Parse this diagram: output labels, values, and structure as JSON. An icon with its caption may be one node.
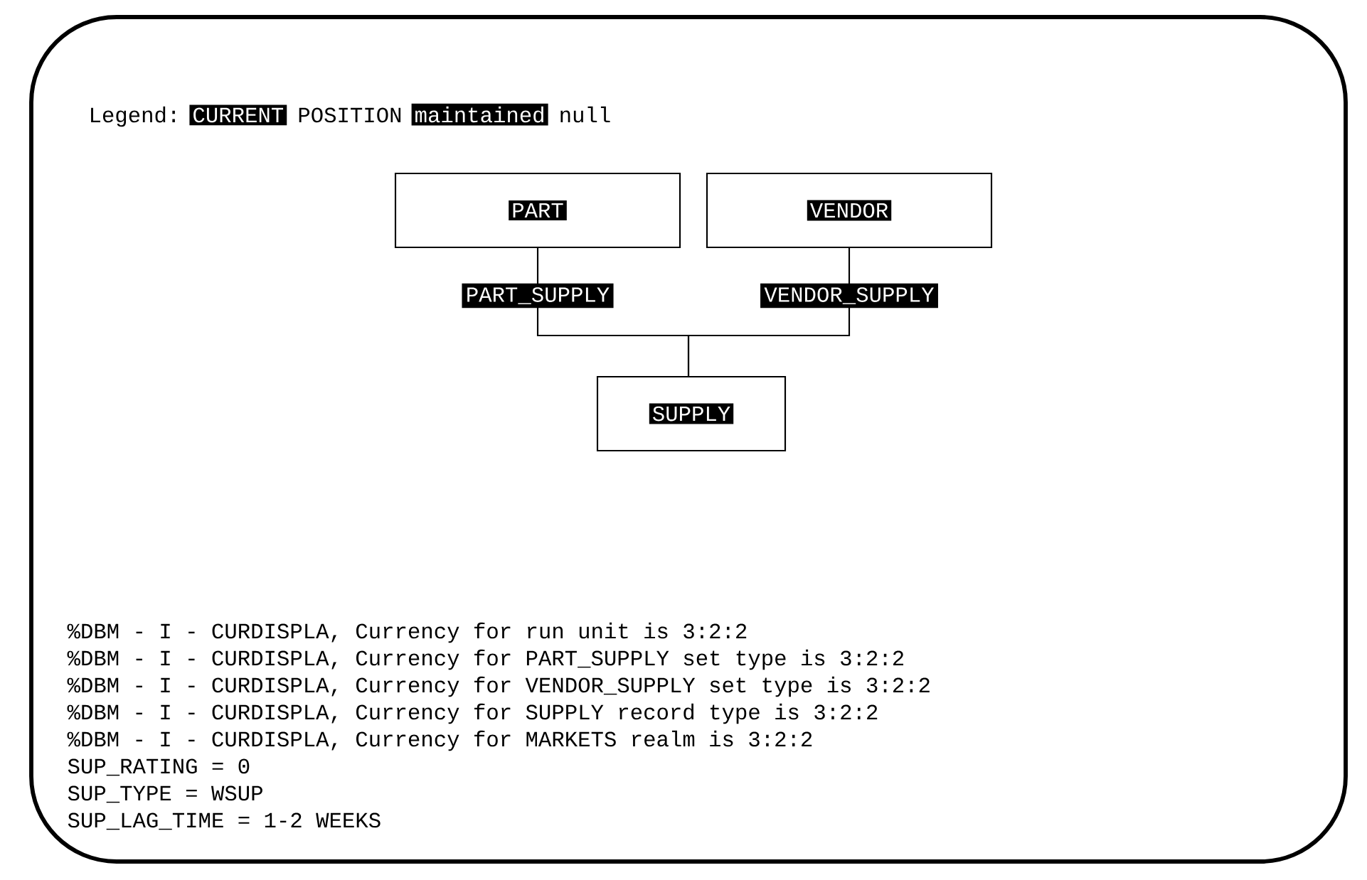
{
  "diagram": {
    "nodes": [
      {
        "text": [
          "PART"
        ]
      },
      {
        "text": [
          "VENDOR"
        ]
      },
      {
        "text": [
          "SUPPLY"
        ]
      }
    ],
    "edges": [
      {
        "from": 0,
        "to": 2,
        "arrow": "none",
        "label": "PART_SUPPLY"
      },
      {
        "from": 1,
        "to": 2,
        "arrow": "none",
        "label": "VENDOR_SUPPLY"
      }
    ],
    "labels": [
      "Legend:",
      "%DBM - I - CURDISPLA, Currency for run unit is 3:2:2",
      "%DBM - I - CURDISPLA, Currency for PART_SUPPLY set type is 3:2:2",
      "%DBM - I - CURDISPLA, Currency for VENDOR_SUPPLY set type is 3:2:2",
      "%DBM - I - CURDISPLA, Currency for SUPPLY record type is 3:2:2",
      "%DBM - I - CURDISPLA, Currency for MARKETS realm is 3:2:2",
      "SUP_RATING = 0",
      "SUP_TYPE = WSUP",
      "SUP_LAG_TIME = 1-2 WEEKS"
    ],
    "legend": [
      {
        "text": "CURRENT",
        "color": "#000000"
      },
      {
        "text": "POSITION"
      },
      {
        "text": "maintained",
        "color": "#000000"
      },
      {
        "text": "null"
      }
    ]
  }
}
